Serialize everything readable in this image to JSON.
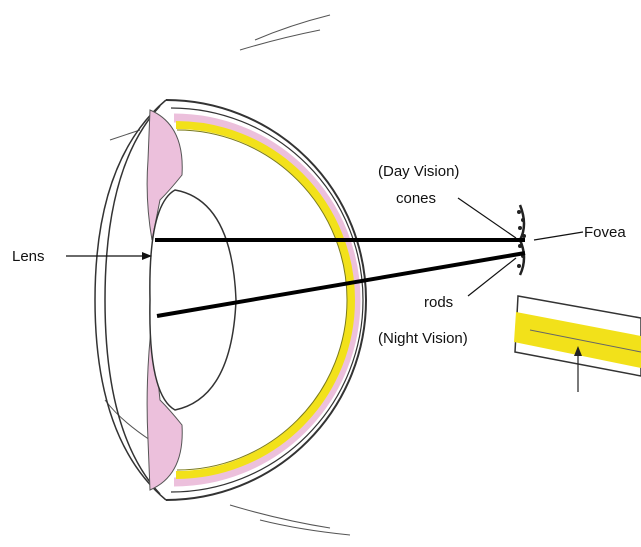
{
  "labels": {
    "lens": "Lens",
    "day_vision": "(Day Vision)",
    "cones": "cones",
    "fovea": "Fovea",
    "rods": "rods",
    "night_vision": "(Night Vision)"
  },
  "colors": {
    "retina": "#f2e11a",
    "choroid": "#ecc0dc",
    "outline": "#333333",
    "rays": "#000000"
  }
}
